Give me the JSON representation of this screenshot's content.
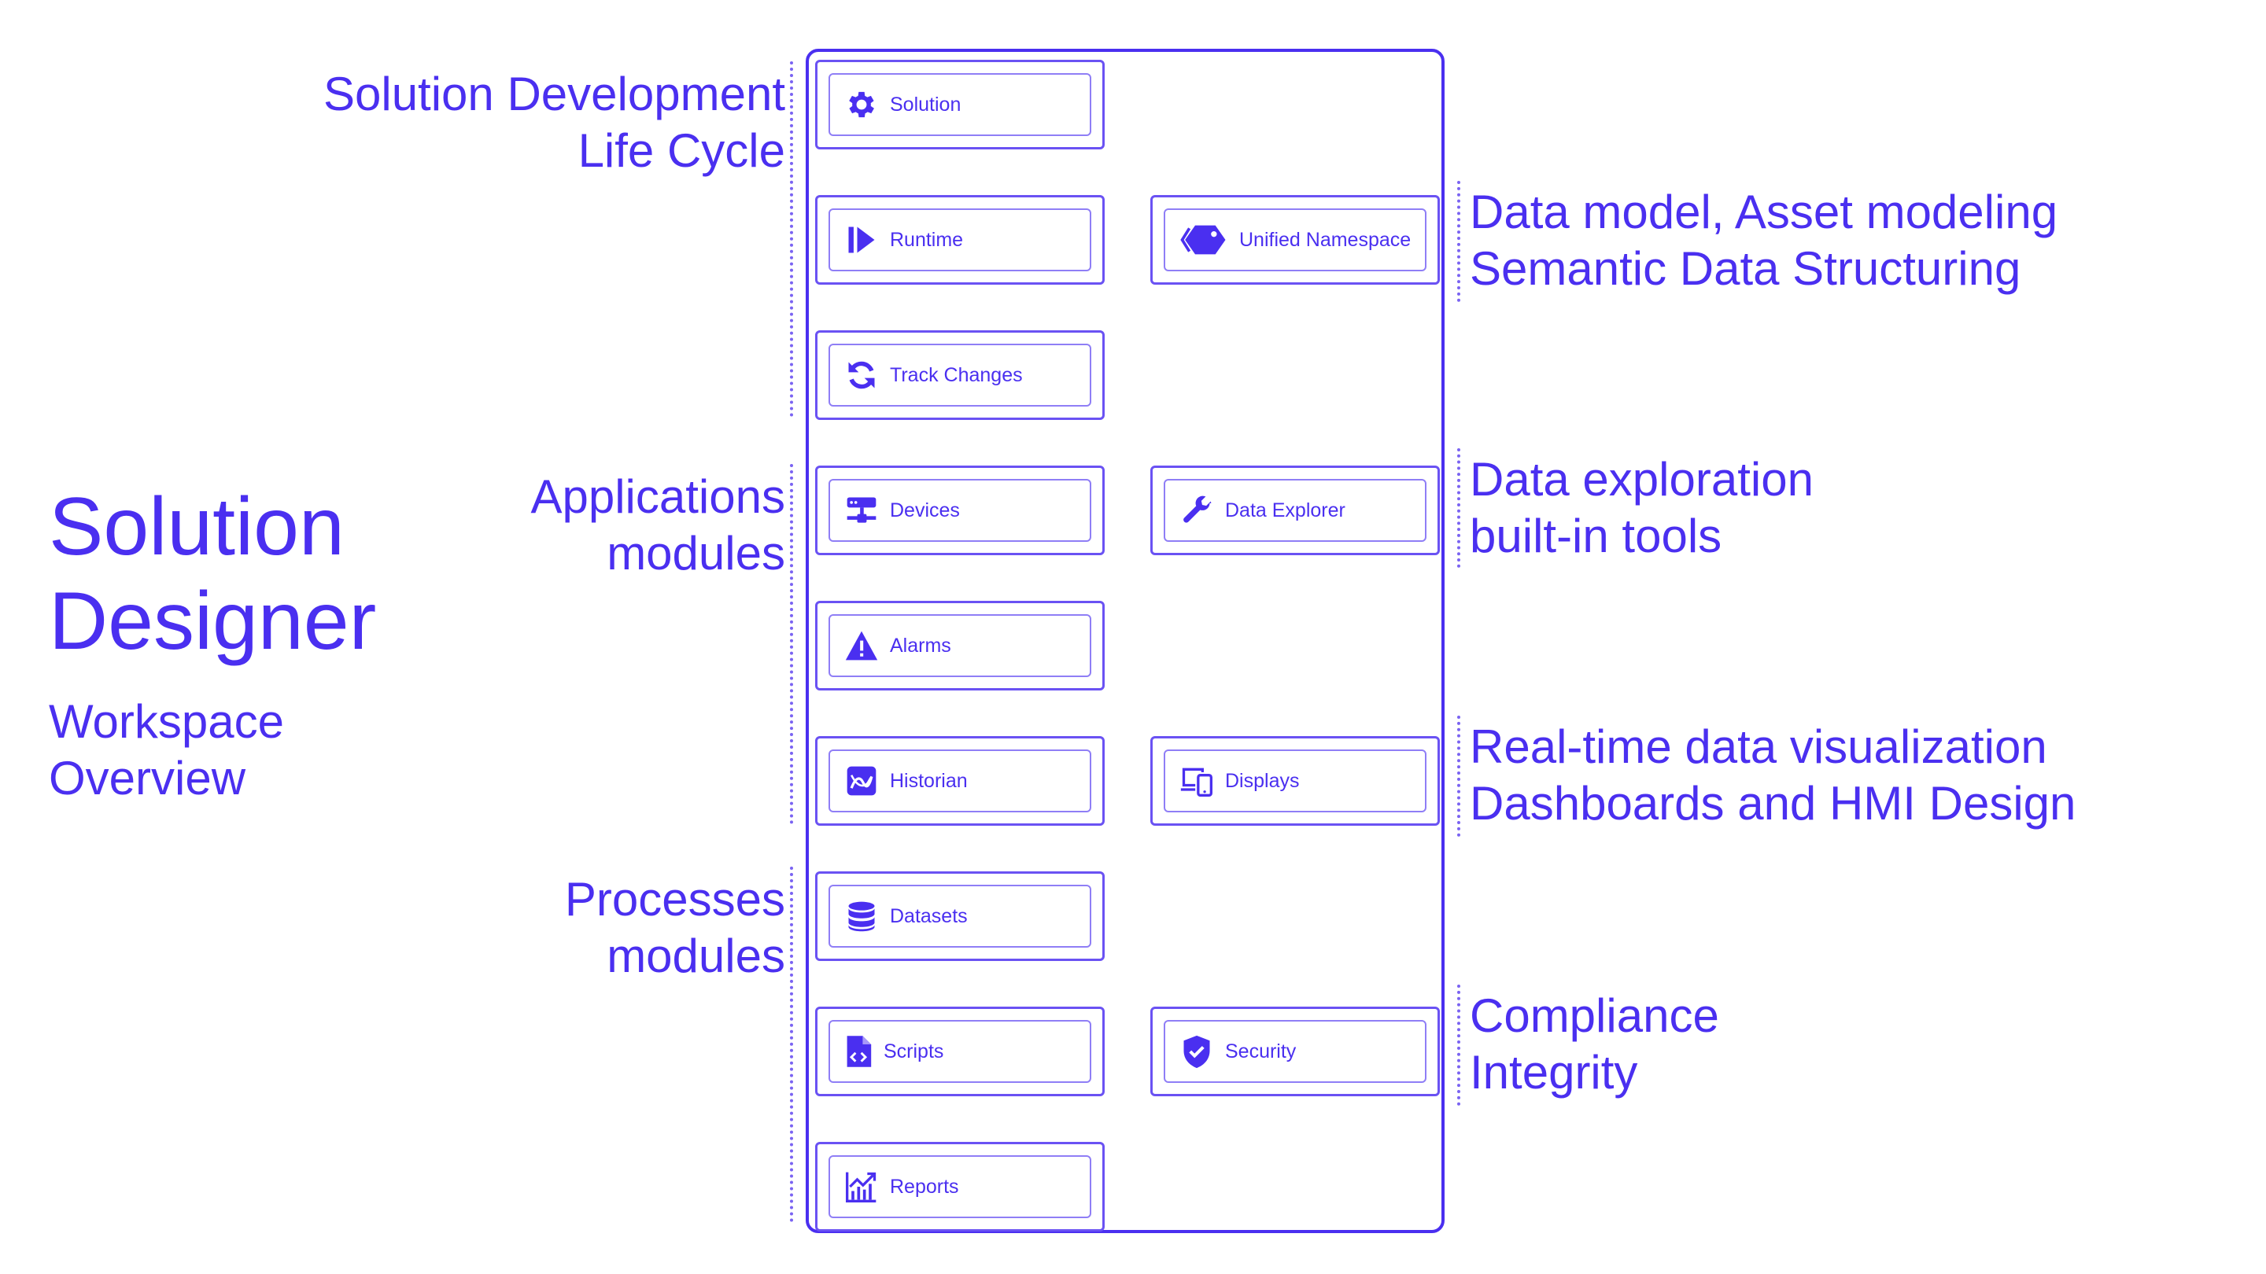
{
  "title": {
    "line1": "Solution",
    "line2": "Designer"
  },
  "subtitle": {
    "line1": "Workspace",
    "line2": "Overview"
  },
  "left_groups": [
    {
      "line1": "Solution Development",
      "line2": "Life Cycle"
    },
    {
      "line1": "Applications",
      "line2": "modules"
    },
    {
      "line1": "Processes",
      "line2": "modules"
    }
  ],
  "right_groups": [
    {
      "line1": "Data model, Asset modeling",
      "line2": "Semantic Data Structuring"
    },
    {
      "line1": "Data exploration",
      "line2": "built-in tools"
    },
    {
      "line1": "Real-time data visualization",
      "line2": "Dashboards and HMI Design"
    },
    {
      "line1": "Compliance",
      "line2": "Integrity"
    }
  ],
  "modules": {
    "solution": {
      "label": "Solution",
      "icon": "gear-icon"
    },
    "runtime": {
      "label": "Runtime",
      "icon": "play-bar-icon"
    },
    "unified_namespace": {
      "label": "Unified Namespace",
      "icon": "tags-icon"
    },
    "track_changes": {
      "label": "Track Changes",
      "icon": "sync-arrows-icon"
    },
    "devices": {
      "label": "Devices",
      "icon": "network-device-icon"
    },
    "data_explorer": {
      "label": "Data Explorer",
      "icon": "wrench-icon"
    },
    "alarms": {
      "label": "Alarms",
      "icon": "warning-triangle-icon"
    },
    "historian": {
      "label": "Historian",
      "icon": "trend-chart-icon"
    },
    "displays": {
      "label": "Displays",
      "icon": "devices-screen-icon"
    },
    "datasets": {
      "label": "Datasets",
      "icon": "database-icon"
    },
    "scripts": {
      "label": "Scripts",
      "icon": "code-file-icon"
    },
    "security": {
      "label": "Security",
      "icon": "shield-check-icon"
    },
    "reports": {
      "label": "Reports",
      "icon": "bar-chart-icon"
    }
  },
  "colors": {
    "accent": "#4a2ff0",
    "border_light": "#8f7ef6",
    "background": "#ffffff"
  }
}
